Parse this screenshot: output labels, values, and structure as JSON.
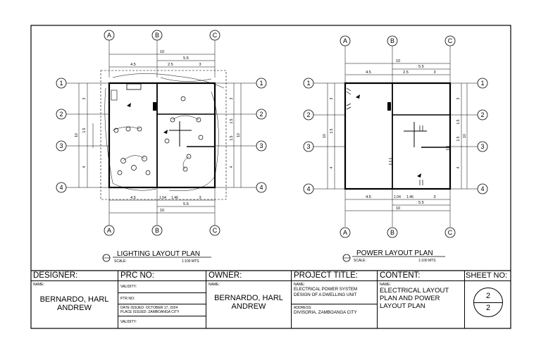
{
  "plans": {
    "lighting": {
      "title": "LIGHTING LAYOUT PLAN",
      "scale_label": "SCALE:",
      "scale_value": "1:100 MTS"
    },
    "power": {
      "title": "POWER LAYOUT PLAN",
      "scale_label": "SCALE:",
      "scale_value": "1:100 MTS"
    }
  },
  "grid": {
    "columns": [
      "A",
      "B",
      "C"
    ],
    "rows": [
      "1",
      "2",
      "3",
      "4"
    ]
  },
  "dimensions": {
    "overall": "10",
    "right": "5.5",
    "top_segments": [
      "4.5",
      "2.5",
      "3"
    ],
    "bottom_lighting": [
      "4.5",
      "1.54",
      "1.46",
      "3"
    ],
    "bottom_power": [
      "4.5",
      "1.04",
      "1.46",
      "3"
    ],
    "left_vertical": [
      "3",
      "1.5",
      "10",
      "4"
    ],
    "right_vertical": [
      "3",
      "1.5",
      "1.5",
      "10",
      "4"
    ]
  },
  "title_block": {
    "designer": {
      "header": "DESIGNER:",
      "name_label": "NAME:",
      "name": "BERNARDO, HARL ANDREW"
    },
    "prc": {
      "header": "PRC NO:",
      "validity1": "VALIDITY:",
      "ptr": "PTR NO:",
      "date_issued_label": "DATE ISSUED:",
      "date_issued": "OCTOBER 17, 2024",
      "place_issued_label": "PLACE ISSUED:",
      "place_issued": "ZAMBOANGA CITY",
      "validity2": "VALIDITY:"
    },
    "owner": {
      "header": "OWNER:",
      "name_label": "NAME:",
      "name": "BERNARDO, HARL ANDREW"
    },
    "project": {
      "header": "PROJECT TITLE:",
      "name_label": "NAME:",
      "name": "ELECTRICAL POWER SYSTEM DESIGN OF A DWELLING UNIT",
      "address_label": "ADDRESS:",
      "address": "DIVISORIA, ZAMBOANGA CITY"
    },
    "content": {
      "header": "CONTENT:",
      "name_label": "NAME:",
      "name": "ELECTRICAL LAYOUT PLAN AND POWER LAYOUT PLAN"
    },
    "sheet": {
      "header": "SHEET NO:",
      "number": "2",
      "total": "2"
    }
  }
}
